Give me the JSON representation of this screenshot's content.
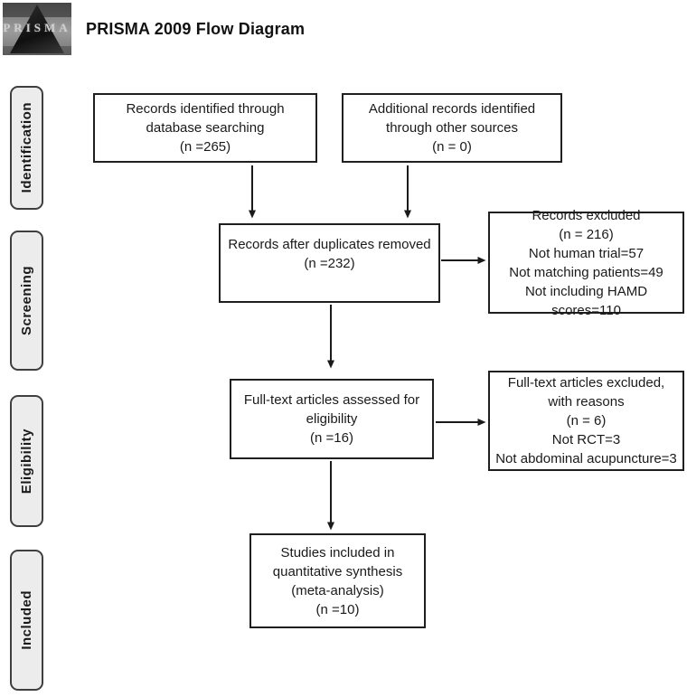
{
  "header": {
    "title": "PRISMA 2009 Flow Diagram",
    "logo_text": "PRISMA"
  },
  "stages": [
    {
      "label": "Identification"
    },
    {
      "label": "Screening"
    },
    {
      "label": "Eligibility"
    },
    {
      "label": "Included"
    }
  ],
  "boxes": {
    "records_identified": {
      "lines": [
        "Records identified through",
        "database searching",
        "(n =265)"
      ]
    },
    "additional_records": {
      "lines": [
        "Additional records identified",
        "through other sources",
        "(n = 0)"
      ]
    },
    "after_duplicates": {
      "lines": [
        "Records after duplicates removed",
        "(n =232)"
      ]
    },
    "records_excluded": {
      "lines": [
        "Records excluded",
        "(n = 216)",
        "Not human trial=57",
        "Not matching patients=49",
        "Not including HAMD scores=110"
      ]
    },
    "fulltext_assessed": {
      "lines": [
        "Full-text articles assessed for",
        "eligibility",
        "(n =16)"
      ]
    },
    "fulltext_excluded": {
      "lines": [
        "Full-text articles excluded,",
        "with reasons",
        "(n = 6)",
        "Not RCT=3",
        "Not abdominal acupuncture=3"
      ]
    },
    "included_synthesis": {
      "lines": [
        "Studies included in",
        "quantitative synthesis",
        "(meta-analysis)",
        "(n =10)"
      ]
    }
  },
  "colors": {
    "box_border": "#1f1f1f",
    "stage_fill": "#ececec",
    "stage_border": "#3f3f3f",
    "text": "#1a1a1a",
    "background": "#ffffff"
  }
}
